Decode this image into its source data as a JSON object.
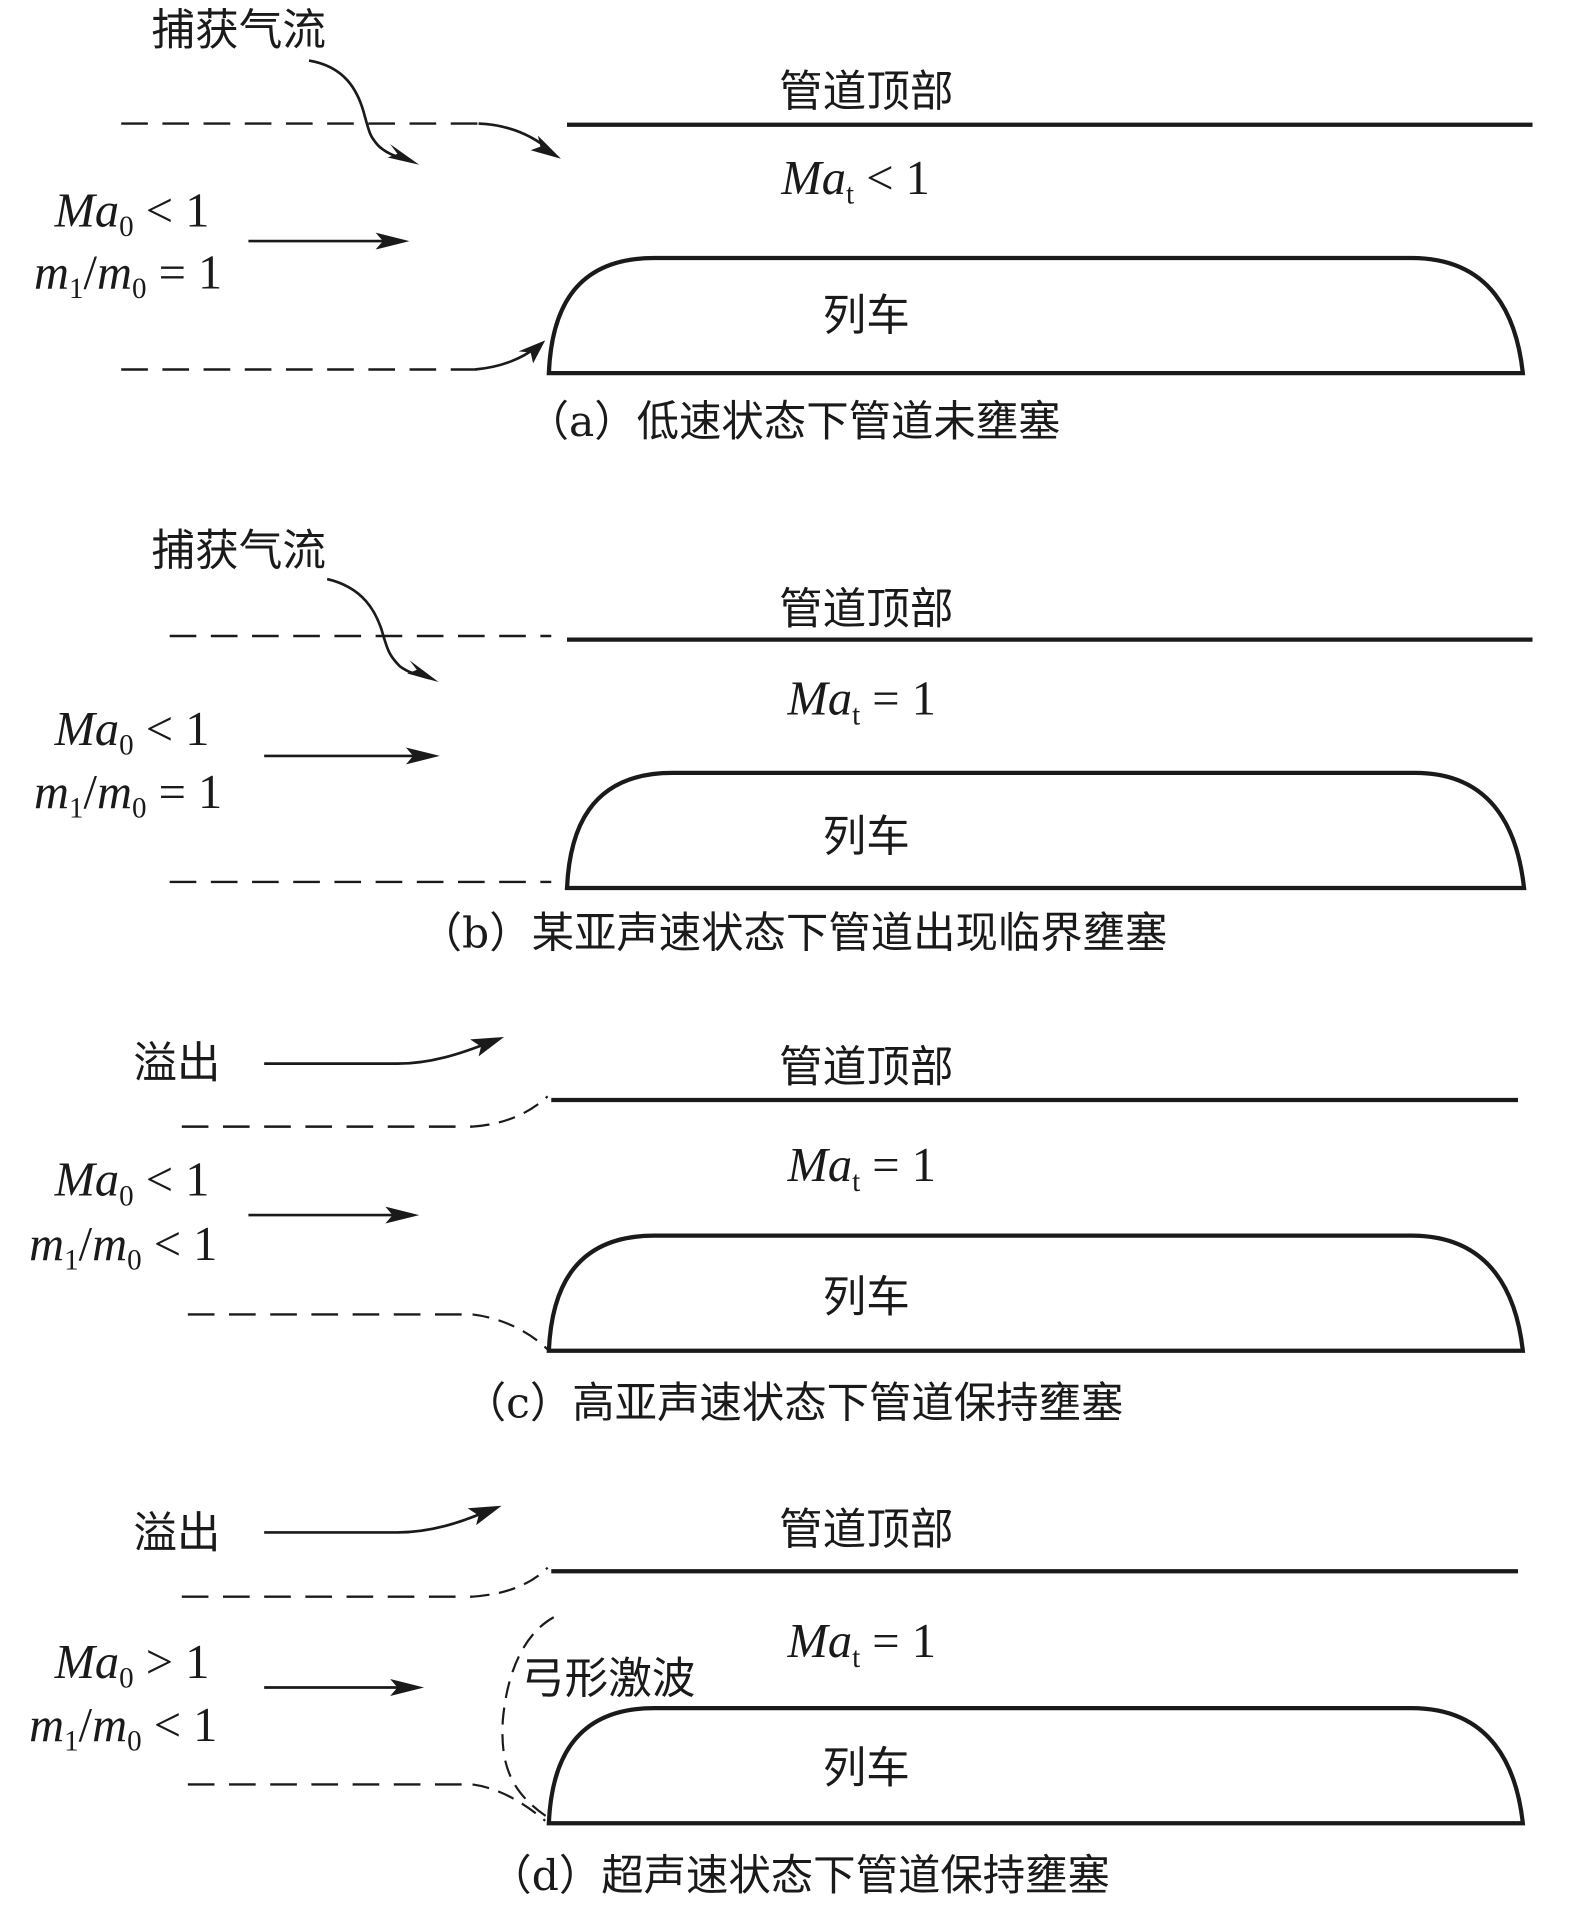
{
  "figure": {
    "panels": [
      {
        "id": "a",
        "annotation": "捕获气流",
        "pipe_top_label": "管道顶部",
        "throat_mach": {
          "base": "Ma",
          "sub": "t",
          "rel": " < ",
          "rhs": "1"
        },
        "inflow_mach": {
          "base": "Ma",
          "sub": "0",
          "rel": " < ",
          "rhs": "1"
        },
        "mass_ratio": {
          "num": "m",
          "num_sub": "1",
          "slash": "/",
          "den": "m",
          "den_sub": "0",
          "rel": " = ",
          "rhs": "1"
        },
        "train_label": "列车",
        "caption": "（a）低速状态下管道未壅塞"
      },
      {
        "id": "b",
        "annotation": "捕获气流",
        "pipe_top_label": "管道顶部",
        "throat_mach": {
          "base": "Ma",
          "sub": "t",
          "rel": " = ",
          "rhs": "1"
        },
        "inflow_mach": {
          "base": "Ma",
          "sub": "0",
          "rel": " < ",
          "rhs": "1"
        },
        "mass_ratio": {
          "num": "m",
          "num_sub": "1",
          "slash": "/",
          "den": "m",
          "den_sub": "0",
          "rel": " = ",
          "rhs": "1"
        },
        "train_label": "列车",
        "caption": "（b）某亚声速状态下管道出现临界壅塞"
      },
      {
        "id": "c",
        "annotation": "溢出",
        "pipe_top_label": "管道顶部",
        "throat_mach": {
          "base": "Ma",
          "sub": "t",
          "rel": " = ",
          "rhs": "1"
        },
        "inflow_mach": {
          "base": "Ma",
          "sub": "0",
          "rel": " < ",
          "rhs": "1"
        },
        "mass_ratio": {
          "num": "m",
          "num_sub": "1",
          "slash": "/",
          "den": "m",
          "den_sub": "0",
          "rel": " < ",
          "rhs": "1"
        },
        "train_label": "列车",
        "caption": "（c）高亚声速状态下管道保持壅塞"
      },
      {
        "id": "d",
        "annotation": "溢出",
        "pipe_top_label": "管道顶部",
        "throat_mach": {
          "base": "Ma",
          "sub": "t",
          "rel": " = ",
          "rhs": "1"
        },
        "inflow_mach": {
          "base": "Ma",
          "sub": "0",
          "rel": " > ",
          "rhs": "1"
        },
        "mass_ratio": {
          "num": "m",
          "num_sub": "1",
          "slash": "/",
          "den": "m",
          "den_sub": "0",
          "rel": " < ",
          "rhs": "1"
        },
        "shock_label": "弓形激波",
        "train_label": "列车",
        "caption": "（d）超声速状态下管道保持壅塞"
      }
    ]
  }
}
